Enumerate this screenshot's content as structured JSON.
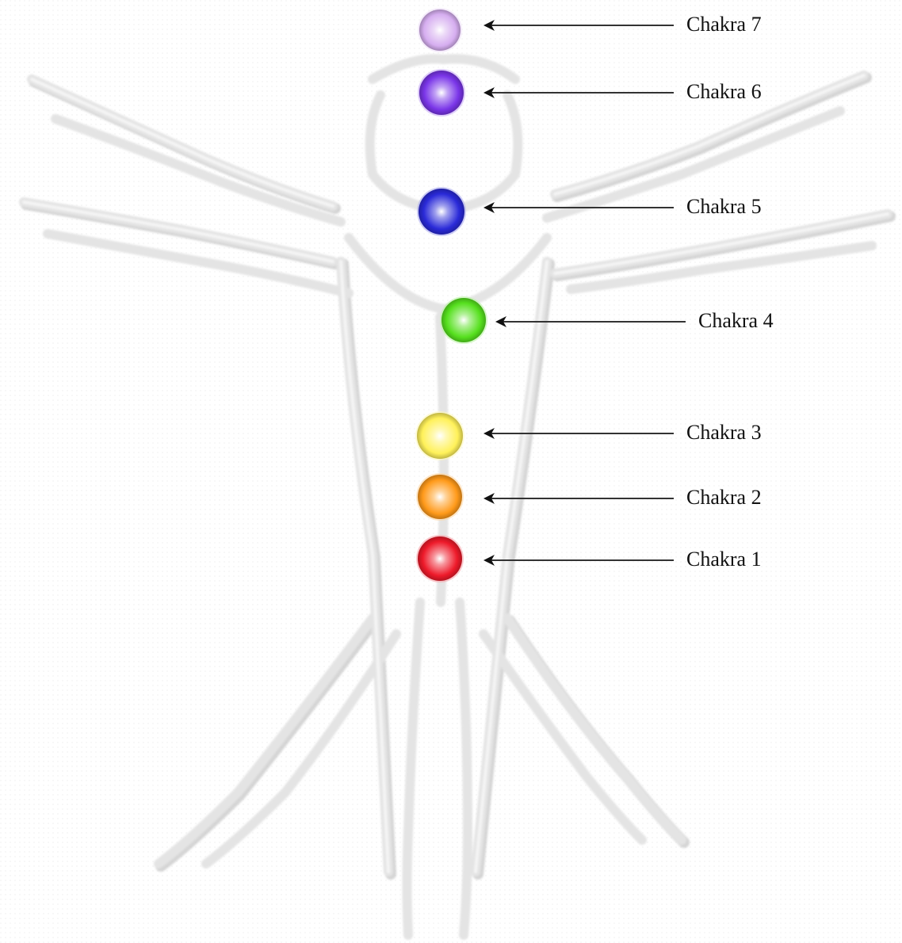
{
  "chakras": [
    {
      "label": "Chakra 7",
      "color": "#d6aef0"
    },
    {
      "label": "Chakra 6",
      "color": "#7a35e8"
    },
    {
      "label": "Chakra 5",
      "color": "#2a2ad8"
    },
    {
      "label": "Chakra 4",
      "color": "#56e01e"
    },
    {
      "label": "Chakra 3",
      "color": "#fff15a"
    },
    {
      "label": "Chakra 2",
      "color": "#ff9a1a"
    },
    {
      "label": "Chakra 1",
      "color": "#ee1a2a"
    }
  ],
  "colors": {
    "figure_stroke": "#dcdcdc",
    "figure_shadow": "#bdbdbd",
    "arrow": "#333333",
    "background": "#ffffff"
  }
}
